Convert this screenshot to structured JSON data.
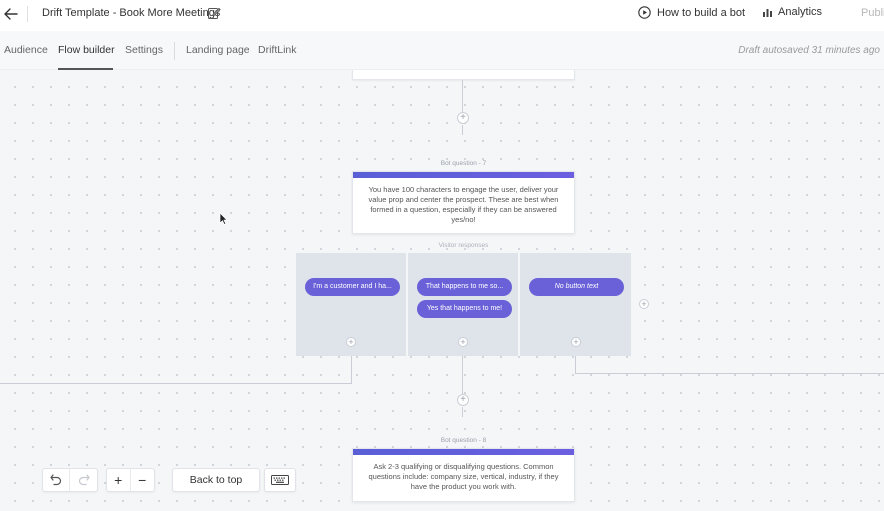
{
  "header": {
    "title": "Drift Template - Book More Meetings",
    "how_to": "How to build a bot",
    "analytics": "Analytics",
    "publish": "Publi"
  },
  "tabs": [
    {
      "label": "Audience"
    },
    {
      "label": "Flow builder",
      "active": true
    },
    {
      "label": "Settings"
    },
    {
      "label": "Landing page"
    },
    {
      "label": "DriftLink"
    }
  ],
  "autosave": "Draft autosaved 31 minutes ago",
  "flow": {
    "question7": {
      "label": "Bot question - 7",
      "text": "You have 100 characters to engage the user, deliver your value prop and center the prospect. These are best when formed in a question, especially if they can be answered yes/no!"
    },
    "visitor_responses": {
      "label": "Visitor responses",
      "buttons": [
        "I'm a customer and I ha...",
        "That happens to me so...",
        "Yes that happens to me!",
        "No button text"
      ]
    },
    "question8": {
      "label": "Bot question - 8",
      "text": "Ask 2-3 qualifying or disqualifying questions. Common questions include: company size, vertical, industry, if they have the product you work with."
    },
    "plus": "+"
  },
  "toolbar": {
    "zoom_in": "+",
    "zoom_out": "−",
    "back_to_top": "Back to top"
  },
  "colors": {
    "accent": "#6a61d8",
    "card_bar": "#5a5fd6",
    "canvas": "#f5f6f8"
  },
  "icons": {
    "back": "arrow-left-icon",
    "edit": "edit-icon",
    "play": "play-circle-icon",
    "analytics": "bar-chart-icon",
    "undo": "undo-icon",
    "redo": "redo-icon",
    "keyboard": "keyboard-icon"
  }
}
